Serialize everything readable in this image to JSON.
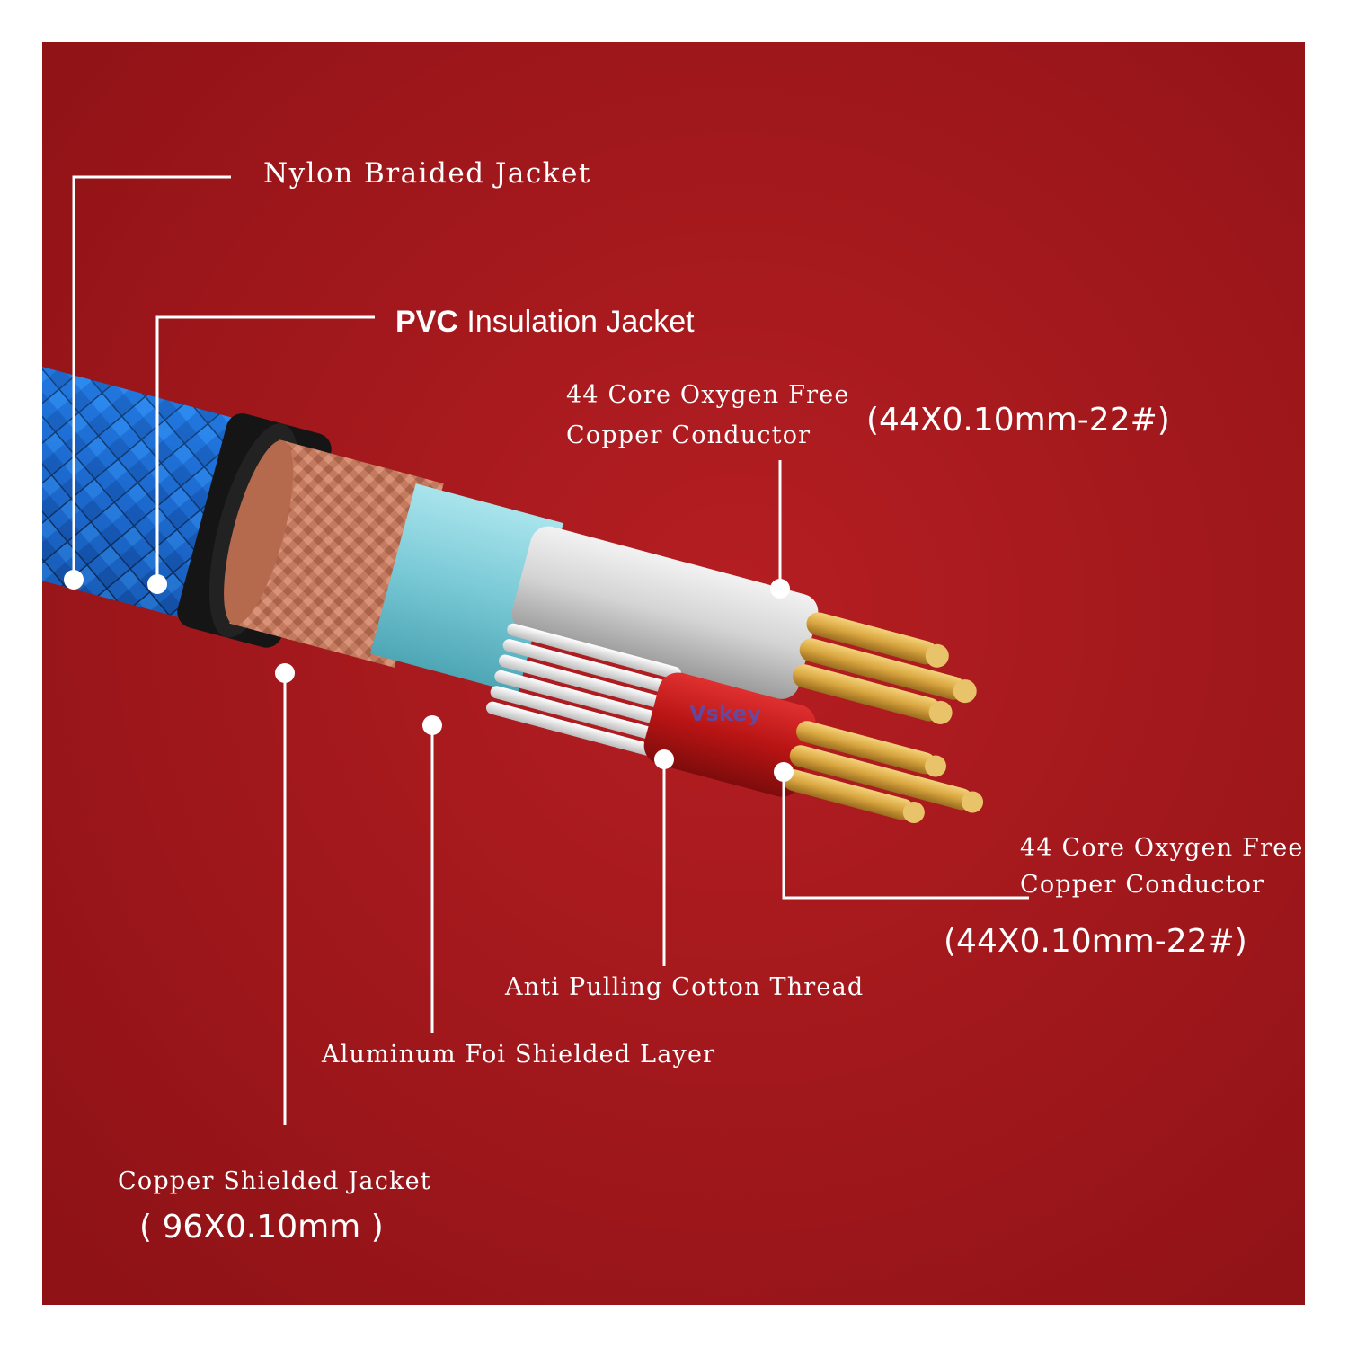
{
  "diagram": {
    "labels": {
      "nylon_jacket": "Nylon Braided Jacket",
      "pvc_prefix": "PVC",
      "pvc_rest": "Insulation Jacket",
      "conductor_top_line1": "44 Core Oxygen Free",
      "conductor_top_line2": "Copper Conductor",
      "conductor_top_spec": "(44X0.10mm-22#)",
      "conductor_bottom_line1": "44 Core Oxygen Free",
      "conductor_bottom_line2": "Copper Conductor",
      "conductor_bottom_spec": "(44X0.10mm-22#)",
      "cotton_thread": "Anti Pulling Cotton Thread",
      "aluminum_layer": "Aluminum Foi Shielded Layer",
      "copper_jacket": "Copper Shielded Jacket",
      "copper_jacket_spec": "( 96X0.10mm )"
    },
    "watermark": "Vskey",
    "colors": {
      "background": "#a8191d",
      "braid_blue": "#1d6fd6",
      "copper_shield": "#c47a5e",
      "foil": "#7fd0dc",
      "inner_gray": "#d9d9d9",
      "red_core": "#c01818",
      "gold_wire": "#d9a640"
    }
  }
}
